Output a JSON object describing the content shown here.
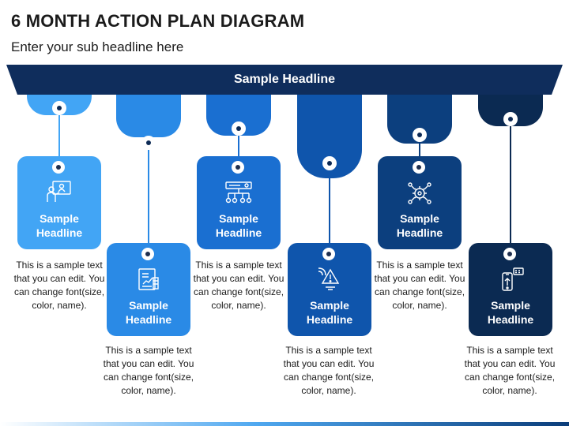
{
  "title": "6 MONTH ACTION PLAN DIAGRAM",
  "subtitle": "Enter your sub headline here",
  "banner": "Sample Headline",
  "items": [
    {
      "headline_line1": "Sample",
      "headline_line2": "Headline",
      "text": "This is a sample text that you can edit. You can change font(size, color, name).",
      "icon": "presentation-person-icon",
      "color": "#42a5f5"
    },
    {
      "headline_line1": "Sample",
      "headline_line2": "Headline",
      "text": "This is a sample text that you can edit. You can change font(size, color, name).",
      "icon": "financial-report-icon",
      "color": "#2a8ae6"
    },
    {
      "headline_line1": "Sample",
      "headline_line2": "Headline",
      "text": "This is a sample text that you can edit. You can change font(size, color, name).",
      "icon": "website-network-icon",
      "color": "#1a6fd1"
    },
    {
      "headline_line1": "Sample",
      "headline_line2": "Headline",
      "text": "This is a sample text that you can edit. You can change font(size, color, name).",
      "icon": "alert-signal-icon",
      "color": "#0f55ac"
    },
    {
      "headline_line1": "Sample",
      "headline_line2": "Headline",
      "text": "This is a sample text that you can edit. You can change font(size, color, name).",
      "icon": "gear-network-icon",
      "color": "#0c3f7e"
    },
    {
      "headline_line1": "Sample",
      "headline_line2": "Headline",
      "text": "This is a sample text that you can edit. You can change font(size, color, name).",
      "icon": "mobile-app-icon",
      "color": "#0b2a52"
    }
  ]
}
